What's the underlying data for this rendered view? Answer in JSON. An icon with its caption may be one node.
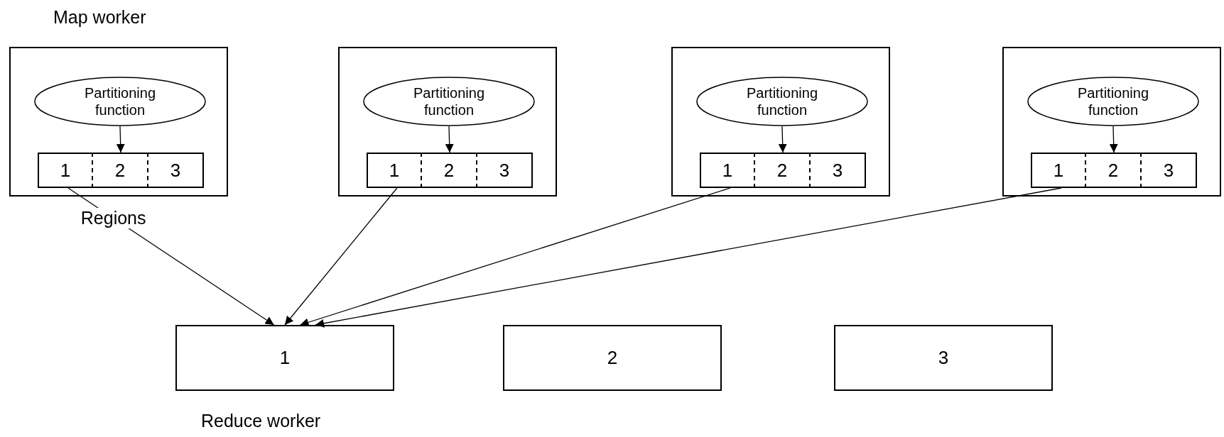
{
  "diagram": {
    "nodes": [
      {
        "text": [],
        "shape": "box",
        "beside": [
          "Map worker"
        ]
      },
      {
        "text": [
          "Partitioning function"
        ],
        "in": 0
      },
      {
        "text": [
          "1"
        ],
        "in": 0
      },
      {
        "text": [
          "2"
        ],
        "in": 0
      },
      {
        "text": [
          "3"
        ],
        "in": 0
      },
      {
        "text": [],
        "shape": "box"
      },
      {
        "text": [
          "Partitioning function"
        ],
        "in": 5
      },
      {
        "text": [
          "1"
        ],
        "in": 5
      },
      {
        "text": [
          "2"
        ],
        "in": 5
      },
      {
        "text": [
          "3"
        ],
        "in": 5
      },
      {
        "text": [],
        "shape": "box"
      },
      {
        "text": [
          "Partitioning function"
        ],
        "in": 10
      },
      {
        "text": [
          "1"
        ],
        "in": 10
      },
      {
        "text": [
          "2"
        ],
        "in": 10
      },
      {
        "text": [
          "3"
        ],
        "in": 10
      },
      {
        "text": [],
        "shape": "box"
      },
      {
        "text": [
          "Partitioning function"
        ],
        "in": 15
      },
      {
        "text": [
          "1"
        ],
        "in": 15
      },
      {
        "text": [
          "2"
        ],
        "in": 15
      },
      {
        "text": [
          "3"
        ],
        "in": 15
      },
      {
        "text": [
          "1"
        ],
        "beside": [
          "Reduce worker"
        ]
      },
      {
        "text": [
          "2"
        ]
      },
      {
        "text": [
          "3"
        ]
      }
    ],
    "edges": [
      {
        "from": 1,
        "to": 3,
        "arrow": "to"
      },
      {
        "from": 6,
        "to": 8,
        "arrow": "to"
      },
      {
        "from": 11,
        "to": 13,
        "arrow": "to"
      },
      {
        "from": 16,
        "to": 18,
        "arrow": "to"
      },
      {
        "from": 2,
        "to": 20,
        "arrow": "to",
        "label": "Regions"
      },
      {
        "from": 7,
        "to": 20,
        "arrow": "to"
      },
      {
        "from": 12,
        "to": 20,
        "arrow": "to"
      },
      {
        "from": 17,
        "to": 20,
        "arrow": "to"
      }
    ]
  }
}
